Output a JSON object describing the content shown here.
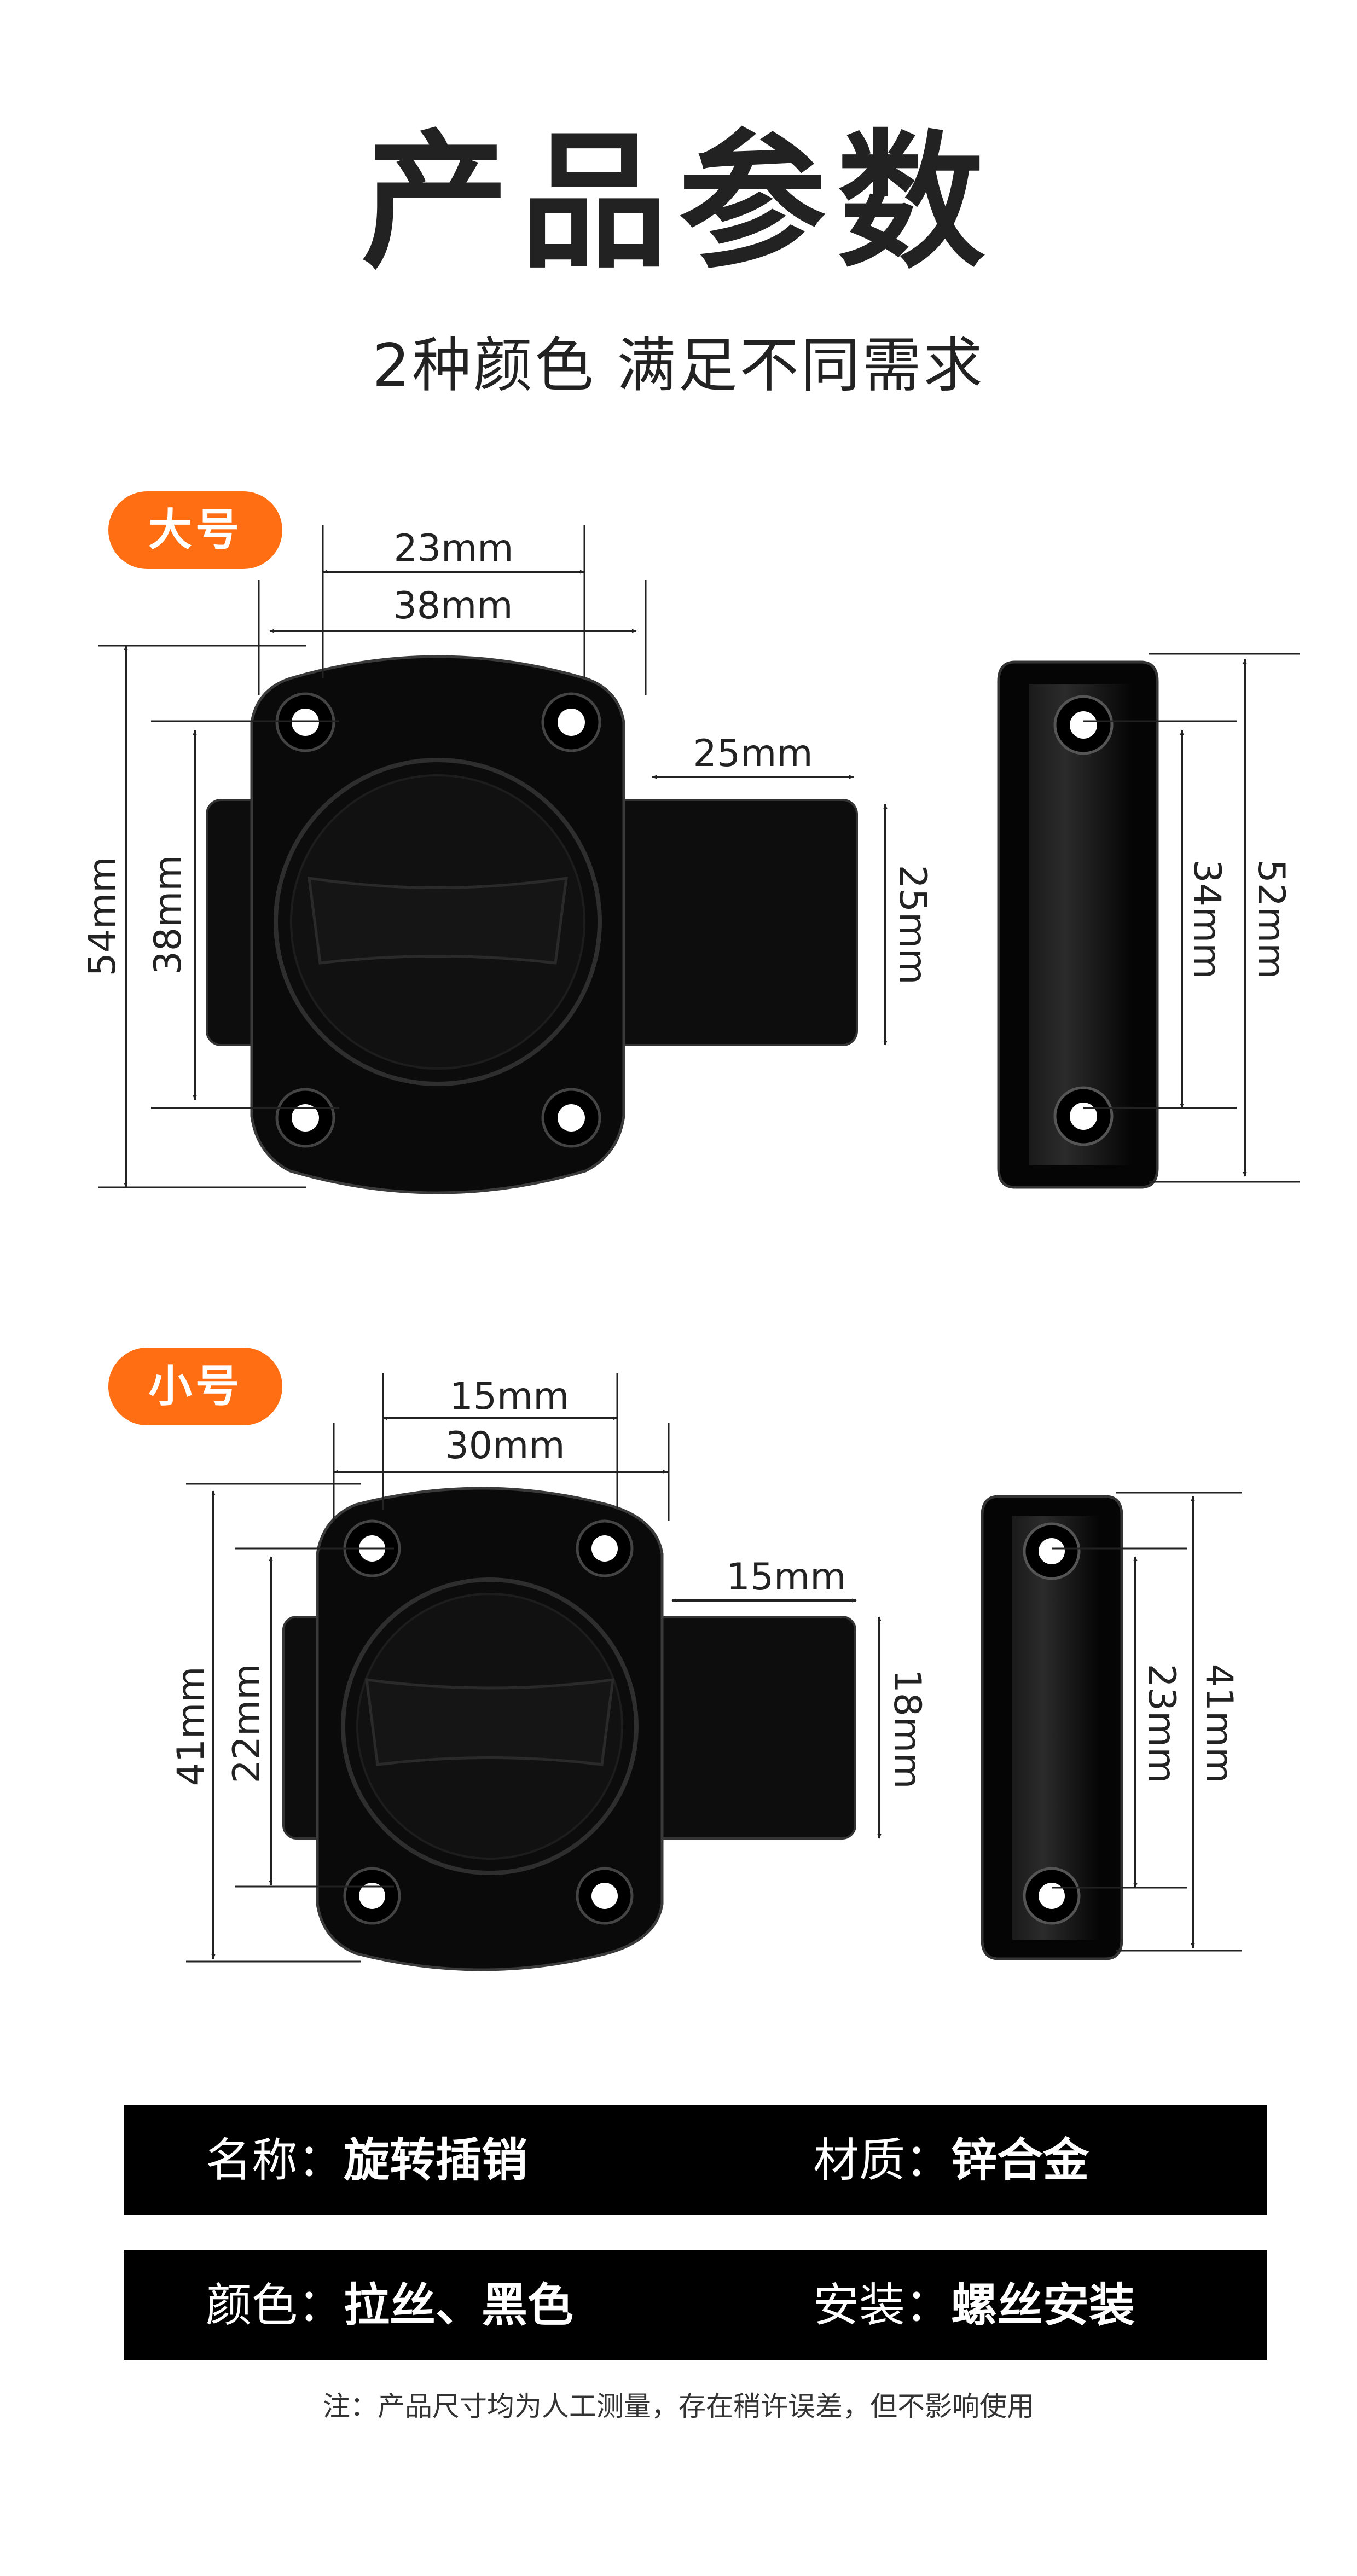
{
  "header": {
    "title": "产品参数",
    "subtitle": "2种颜色  满足不同需求"
  },
  "large": {
    "badge": "大号",
    "dims": {
      "hole_span_top": "23mm",
      "body_width": "38mm",
      "bolt_extend": "25mm",
      "bolt_height": "25mm",
      "total_height": "54mm",
      "hole_span_side": "38mm",
      "keeper_hole_span": "34mm",
      "keeper_height": "52mm"
    }
  },
  "small": {
    "badge": "小号",
    "dims": {
      "hole_span_top": "15mm",
      "body_width": "30mm",
      "bolt_extend": "15mm",
      "bolt_height": "18mm",
      "total_height": "41mm",
      "hole_span_side": "22mm",
      "keeper_hole_span": "23mm",
      "keeper_height": "41mm"
    }
  },
  "specs": {
    "name_label": "名称：",
    "name_value": "旋转插销",
    "material_label": "材质：",
    "material_value": "锌合金",
    "color_label": "颜色：",
    "color_value": "拉丝、黑色",
    "install_label": "安装：",
    "install_value": "螺丝安装"
  },
  "note": "注：产品尺寸均为人工测量，存在稍许误差，但不影响使用",
  "colors": {
    "accent": "#ff6e12",
    "bar": "#000000",
    "product": "#0b0b0b"
  }
}
